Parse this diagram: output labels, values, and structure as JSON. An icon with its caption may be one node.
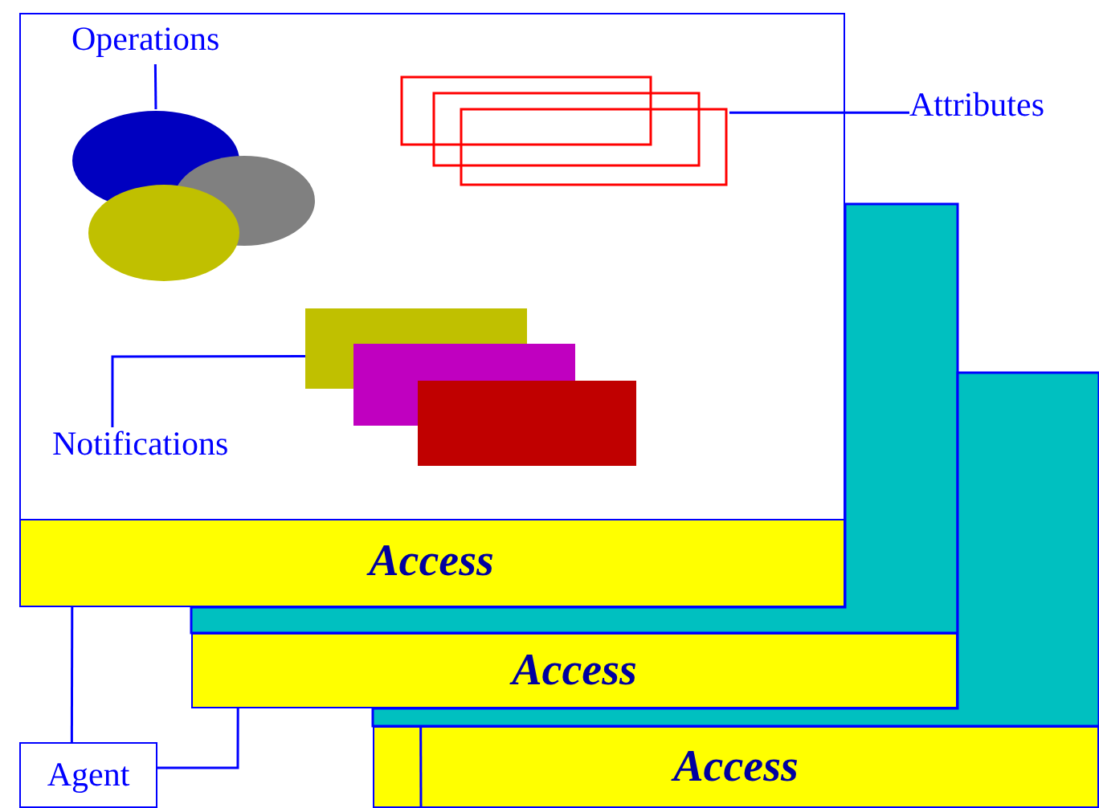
{
  "diagram": {
    "nodes": [
      {
        "text": [],
        "shape": "box"
      },
      {
        "text": [
          "Operations"
        ],
        "in": 0
      },
      {
        "text": [],
        "shape": "ellipse",
        "in": 0
      },
      {
        "text": [],
        "shape": "box",
        "in": 0
      },
      {
        "text": [
          "Notifications"
        ],
        "in": 0
      },
      {
        "text": [],
        "shape": "box",
        "in": 0
      },
      {
        "text": [
          "Access"
        ],
        "in": 0
      },
      {
        "text": [
          "Access"
        ]
      },
      {
        "text": [
          "Access"
        ]
      },
      {
        "text": [
          "Attributes"
        ]
      },
      {
        "text": [
          "Agent"
        ]
      }
    ],
    "edges": [
      {
        "from": 1,
        "to": 2,
        "arrow": "none"
      },
      {
        "from": 9,
        "to": 3,
        "arrow": "none"
      },
      {
        "from": 4,
        "to": 5,
        "arrow": "none"
      },
      {
        "from": 10,
        "to": 6,
        "arrow": "none"
      },
      {
        "from": 10,
        "to": 7,
        "arrow": "none"
      },
      {
        "from": null,
        "to": 8,
        "arrow": "none"
      }
    ]
  }
}
